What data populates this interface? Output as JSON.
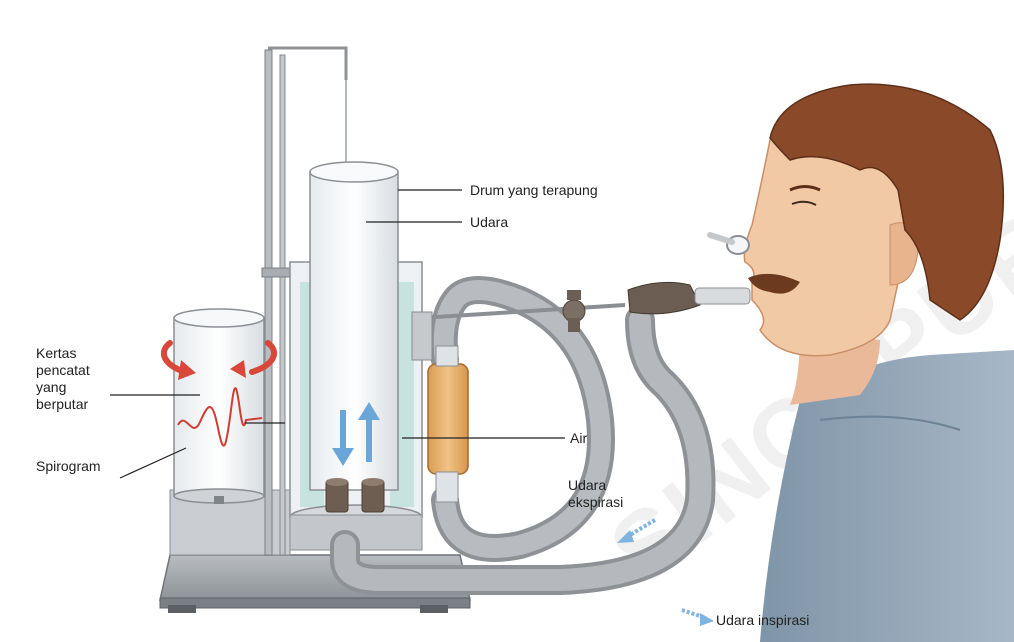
{
  "labels": {
    "drum": "Drum yang terapung",
    "udara": "Udara",
    "kertas": "Kertas\npencatat\nyang\nberputar",
    "spirogram": "Spirogram",
    "air": "Air",
    "udara_ekspirasi": "Udara\nekspirasi",
    "udara_inspirasi": "Udara inspirasi"
  },
  "watermark": "SINGAPURA",
  "colors": {
    "arrow_red": "#d9463a",
    "arrow_blue": "#6aa7d8",
    "water": "#bfe0dc",
    "hose": "#a7a9ad",
    "shirt": "#8fa2b4",
    "skin": "#f1c9a4",
    "hair": "#8a4a2a",
    "filter": "#e5b171"
  },
  "icons": [
    "rotation-arrow-icon",
    "airflow-arrow-icon"
  ]
}
